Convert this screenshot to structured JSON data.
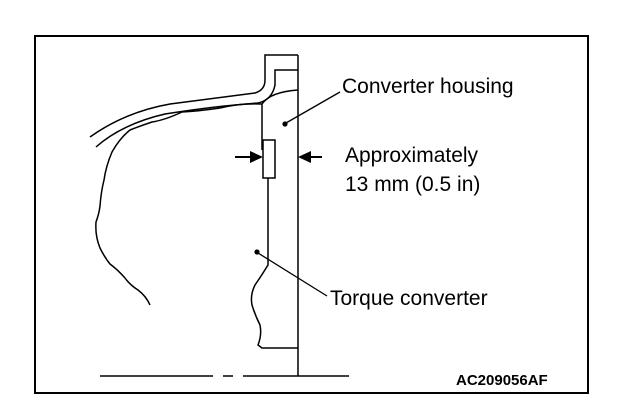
{
  "labels": {
    "converter_housing": "Converter housing",
    "approximately": "Approximately",
    "distance": "13 mm (0.5 in)",
    "torque_converter": "Torque converter"
  },
  "figure_code": "AC209056AF",
  "colors": {
    "line": "#000000",
    "background": "#ffffff"
  }
}
